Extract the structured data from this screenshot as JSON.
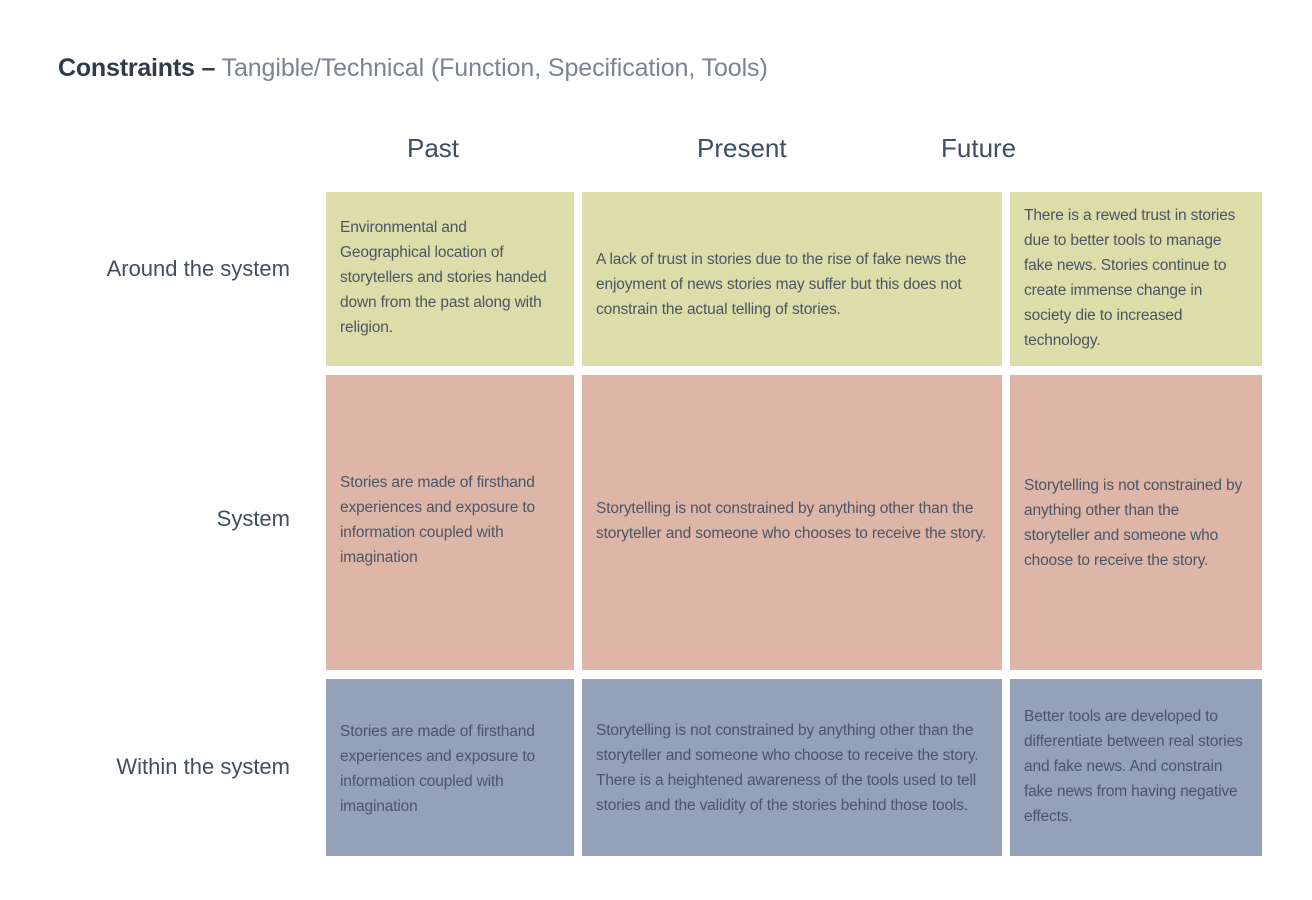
{
  "title": {
    "strong": "Constraints –",
    "rest": " Tangible/Technical (Function, Specification, Tools)"
  },
  "colors": {
    "title_strong": "#2f3a4a",
    "title_rest": "#7b8494",
    "header_text": "#3f4f63",
    "cell_text": "#4a5567",
    "row_around_band": "#dcdda8",
    "row_system_band": "#ddb6a8",
    "row_within_band": "#95a0b9",
    "background": "#ffffff"
  },
  "matrix": {
    "columns": [
      {
        "key": "past",
        "label": "Past"
      },
      {
        "key": "present",
        "label": "Present"
      },
      {
        "key": "future",
        "label": "Future"
      }
    ],
    "rows": [
      {
        "key": "around",
        "label": "Around the system",
        "band_color": "#dcdda8",
        "cells": {
          "past": "Environmental and Geographical location of storytellers and stories handed down from the past along with religion.",
          "present": "A lack of trust in stories due to the rise of fake news the enjoyment of news stories may suffer but this does not constrain the actual telling of stories.",
          "future": "There is a rewed trust in stories due to better tools to manage fake news. Stories continue to create immense change in society die to increased technology."
        }
      },
      {
        "key": "system",
        "label": "System",
        "band_color": "#ddb6a8",
        "cells": {
          "past": "Stories are made of firsthand experiences and exposure to information coupled with imagination",
          "present": "Storytelling is not constrained by anything other than the storyteller and someone who chooses to receive the story.",
          "future": "Storytelling is not constrained by anything other than the storyteller and someone who choose to receive the story."
        }
      },
      {
        "key": "within",
        "label": "Within the system",
        "band_color": "#95a0b9",
        "cells": {
          "past": "Stories are made of firsthand experiences and exposure to information coupled with imagination",
          "present": "Storytelling is not constrained by anything other than the storyteller and someone who choose to receive the story.  There is a heightened awareness of the tools used to tell stories and the validity of the stories behind those tools.",
          "future": "Better tools are developed to differentiate between real stories and fake news.  And constrain fake news from having negative effects."
        }
      }
    ]
  }
}
